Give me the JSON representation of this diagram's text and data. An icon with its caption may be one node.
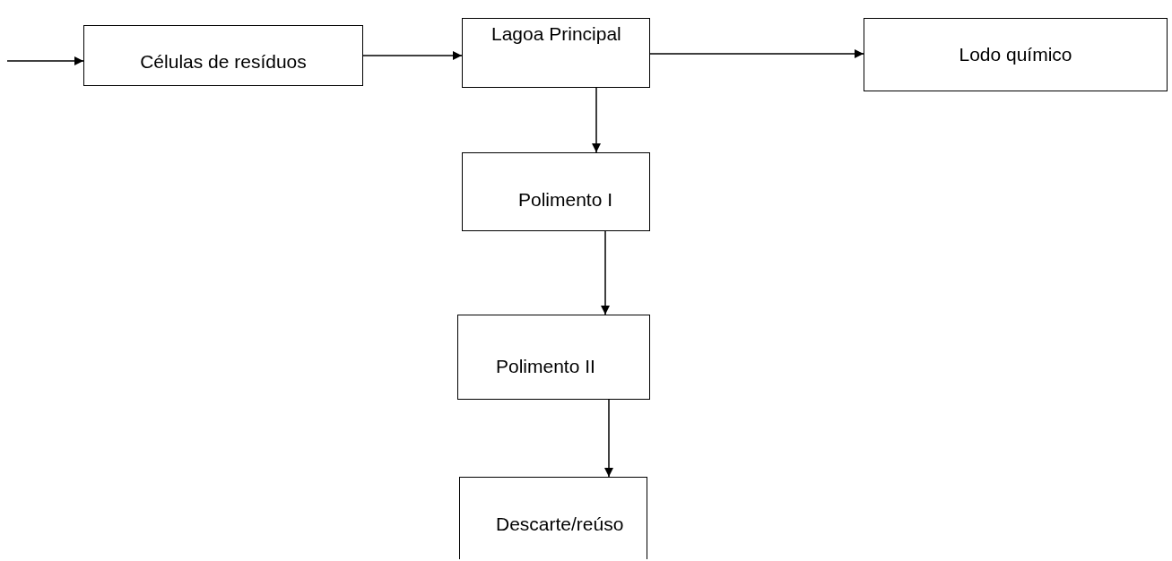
{
  "diagram": {
    "nodes": [
      {
        "text": [
          "Células de resíduos"
        ]
      },
      {
        "text": [
          "Lagoa Principal"
        ]
      },
      {
        "text": [
          "Lodo químico"
        ]
      },
      {
        "text": [
          "Polimento I"
        ]
      },
      {
        "text": [
          "Polimento II"
        ]
      },
      {
        "text": [
          "Descarte/reúso"
        ]
      }
    ],
    "edges": [
      {
        "from": null,
        "to": 0,
        "arrow": "to"
      },
      {
        "from": 0,
        "to": 1,
        "arrow": "to"
      },
      {
        "from": 1,
        "to": 2,
        "arrow": "to"
      },
      {
        "from": 1,
        "to": 3,
        "arrow": "to"
      },
      {
        "from": 3,
        "to": 4,
        "arrow": "to"
      },
      {
        "from": 4,
        "to": 5,
        "arrow": "to"
      }
    ]
  }
}
